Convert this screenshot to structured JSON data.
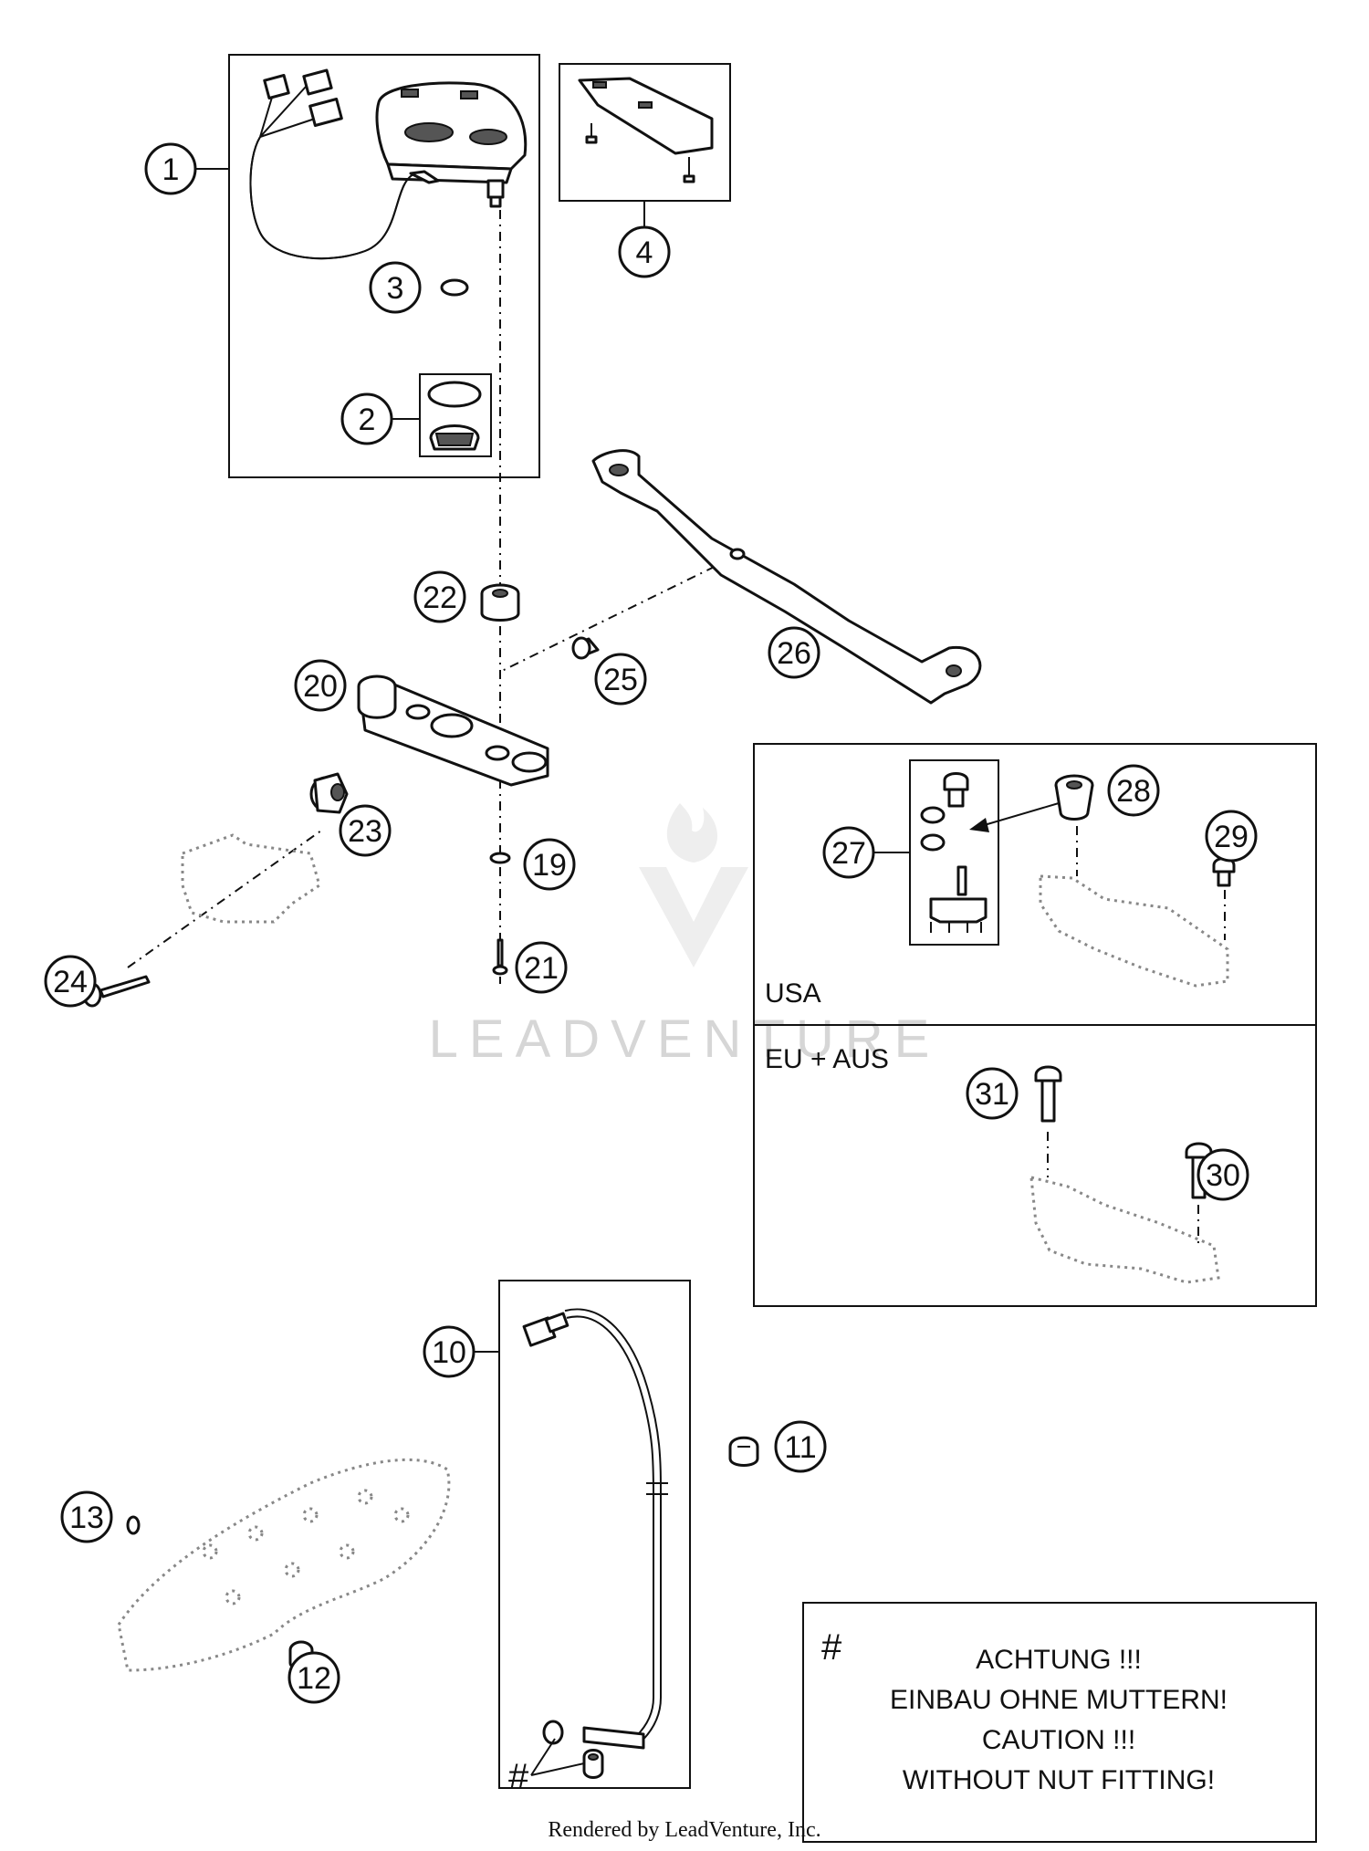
{
  "callouts": [
    "1",
    "2",
    "3",
    "4",
    "10",
    "11",
    "12",
    "13",
    "19",
    "20",
    "21",
    "22",
    "23",
    "24",
    "25",
    "26",
    "27",
    "28",
    "29",
    "30",
    "31"
  ],
  "regions": {
    "usa": "USA",
    "eu": "EU + AUS"
  },
  "note": {
    "symbol": "#",
    "lines": [
      "ACHTUNG !!!",
      "EINBAU OHNE MUTTERN!",
      "CAUTION !!!",
      "WITHOUT NUT FITTING!"
    ]
  },
  "sensor_symbol": "#",
  "watermark": "LEADVENTURE",
  "footer": "Rendered by LeadVenture, Inc."
}
